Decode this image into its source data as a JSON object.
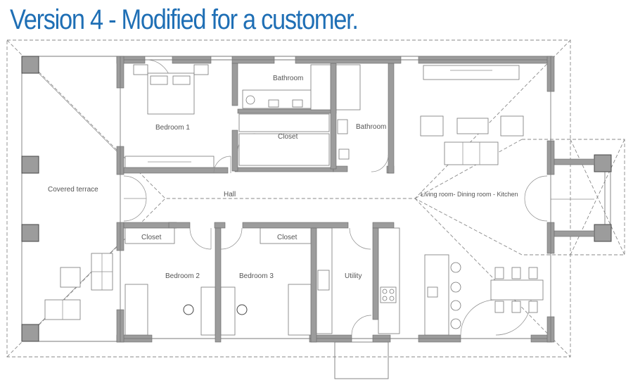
{
  "title": "Version 4 - Modified for a customer.",
  "colors": {
    "title": "#1f6fb5",
    "wall": "#9c9c9c",
    "line": "#7a7a7a"
  },
  "rooms": {
    "covered_terrace": "Covered terrace",
    "bedroom1": "Bedroom 1",
    "bathroom_top": "Bathroom",
    "closet_top": "Closet",
    "bathroom_mid": "Bathroom",
    "hall": "Hall",
    "living": "Living room- Dining room  - Kitchen",
    "closet_b2": "Closet",
    "closet_b3": "Closet",
    "bedroom2": "Bedroom 2",
    "bedroom3": "Bedroom 3",
    "utility": "Utility"
  }
}
